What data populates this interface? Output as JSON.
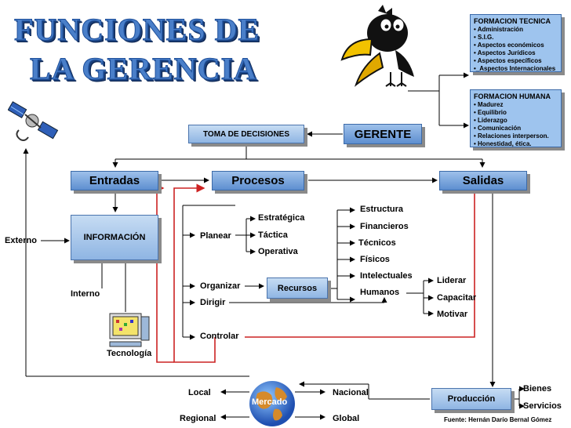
{
  "title_line1": "FUNCIONES DE",
  "title_line2": "LA GERENCIA",
  "formacion_tecnica": {
    "heading": "FORMACION TECNICA",
    "items": [
      "• Administración",
      "• S.I.G.",
      "• Aspectos económicos",
      "• Aspectos Jurídicos",
      "• Aspectos específicos",
      "•_Aspectos Internacionales"
    ]
  },
  "formacion_humana": {
    "heading": "FORMACION HUMANA",
    "items": [
      "• Madurez",
      "• Equilibrio",
      "• Liderazgo",
      "• Comunicación",
      "• Relaciones interperson.",
      "• Honestidad, ética."
    ]
  },
  "gerente": "GERENTE",
  "toma_decisiones": "TOMA DE DECISIONES",
  "entradas": "Entradas",
  "procesos": "Procesos",
  "salidas": "Salidas",
  "informacion": "INFORMACIÓN",
  "externo": "Externo",
  "interno": "Interno",
  "tecnologia": "Tecnología",
  "planear": "Planear",
  "estrategica": "Estratégica",
  "tactica": "Táctica",
  "operativa": "Operativa",
  "organizar": "Organizar",
  "dirigir": "Dirigir",
  "controlar": "Controlar",
  "recursos": "Recursos",
  "estructura": "Estructura",
  "financieros": "Financieros",
  "tecnicos": "Técnicos",
  "fisicos": "Físicos",
  "intelectuales": "Intelectuales",
  "humanos": "Humanos",
  "liderar": "Liderar",
  "capacitar": "Capacitar",
  "motivar": "Motivar",
  "produccion": "Producción",
  "bienes": "Bienes",
  "servicios": "Servicios",
  "mercado": "Mercado",
  "local": "Local",
  "regional": "Regional",
  "nacional": "Nacional",
  "global": "Global",
  "fuente": "Fuente: Hernán Darío Bernal Gómez",
  "colors": {
    "title": "#4a7fc9",
    "box": "#8fb5e3",
    "feedback": "#cc2222"
  }
}
